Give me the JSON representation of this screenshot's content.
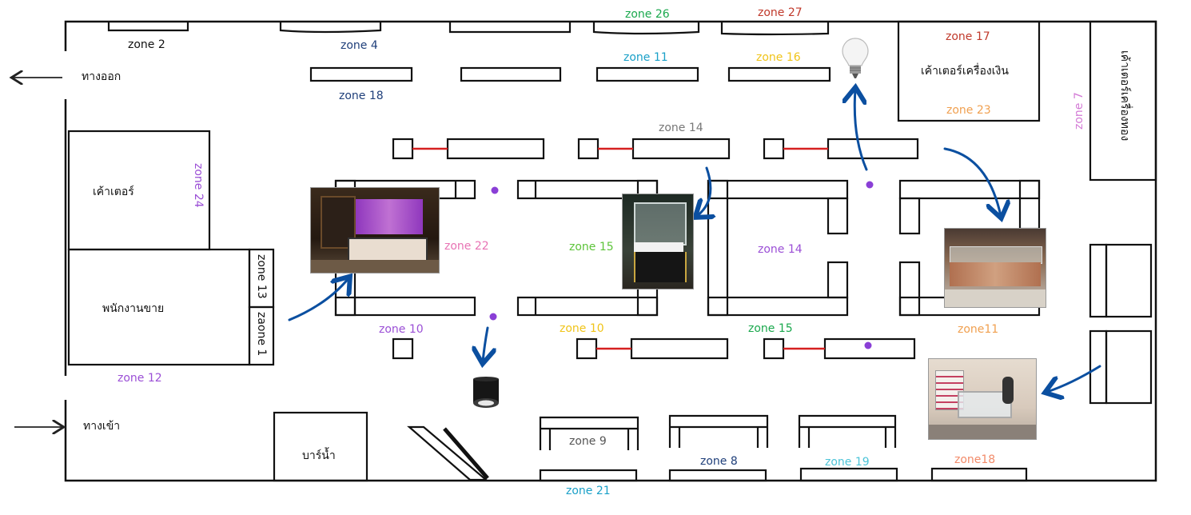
{
  "labels": {
    "zone2": "zone 2",
    "zone4": "zone 4",
    "zone26": "zone 26",
    "zone27": "zone 27",
    "zone17": "zone 17",
    "zone11_top": "zone 11",
    "zone16": "zone 16",
    "zone18_top": "zone 18",
    "zone23": "zone 23",
    "zone7": "zone 7",
    "zone14_top": "zone 14",
    "zone24": "zone 24",
    "zone22": "zone 22",
    "zone15_center": "zone 15",
    "zone14_center": "zone 14",
    "zone13": "zone 13",
    "zaone1": "zaone 1",
    "zone10_left": "zone 10",
    "zone10_mid": "zone 10",
    "zone15_bottom": "zone 15",
    "zone11_right": "zone11",
    "zone12": "zone 12",
    "zone9": "zone 9",
    "zone8": "zone 8",
    "zone19": "zone 19",
    "zone18_bottom": "zone18",
    "zone21": "zone 21"
  },
  "thai": {
    "exit": "ทางออก",
    "entrance": "ทางเข้า",
    "counter": "เค้าเตอร์",
    "silver_counter": "เค้าเตอร์เครื่องเงิน",
    "gold_counter": "เค้าเตอร์เครื่องทอง",
    "sales_staff": "พนักงานขาย",
    "drink_bar": "บาร์น้ำ"
  },
  "colors": {
    "zone_purple": "#9b4fd6",
    "zone_pink": "#e874b4",
    "zone_green": "#1aa84d",
    "zone_lightgreen": "#5dc43a",
    "zone_red": "#c0392b",
    "zone_cyan": "#1aa0c8",
    "zone_yellow": "#f0c419",
    "zone_navy": "#1f3f7a",
    "zone_salmon": "#f28b6a",
    "zone_orange": "#f0a050",
    "zone_gray": "#777777",
    "arrow_blue": "#0b4fa0",
    "connector_red": "#d62020"
  },
  "icons": [
    "light-bulb-icon",
    "spotlight-icon"
  ]
}
